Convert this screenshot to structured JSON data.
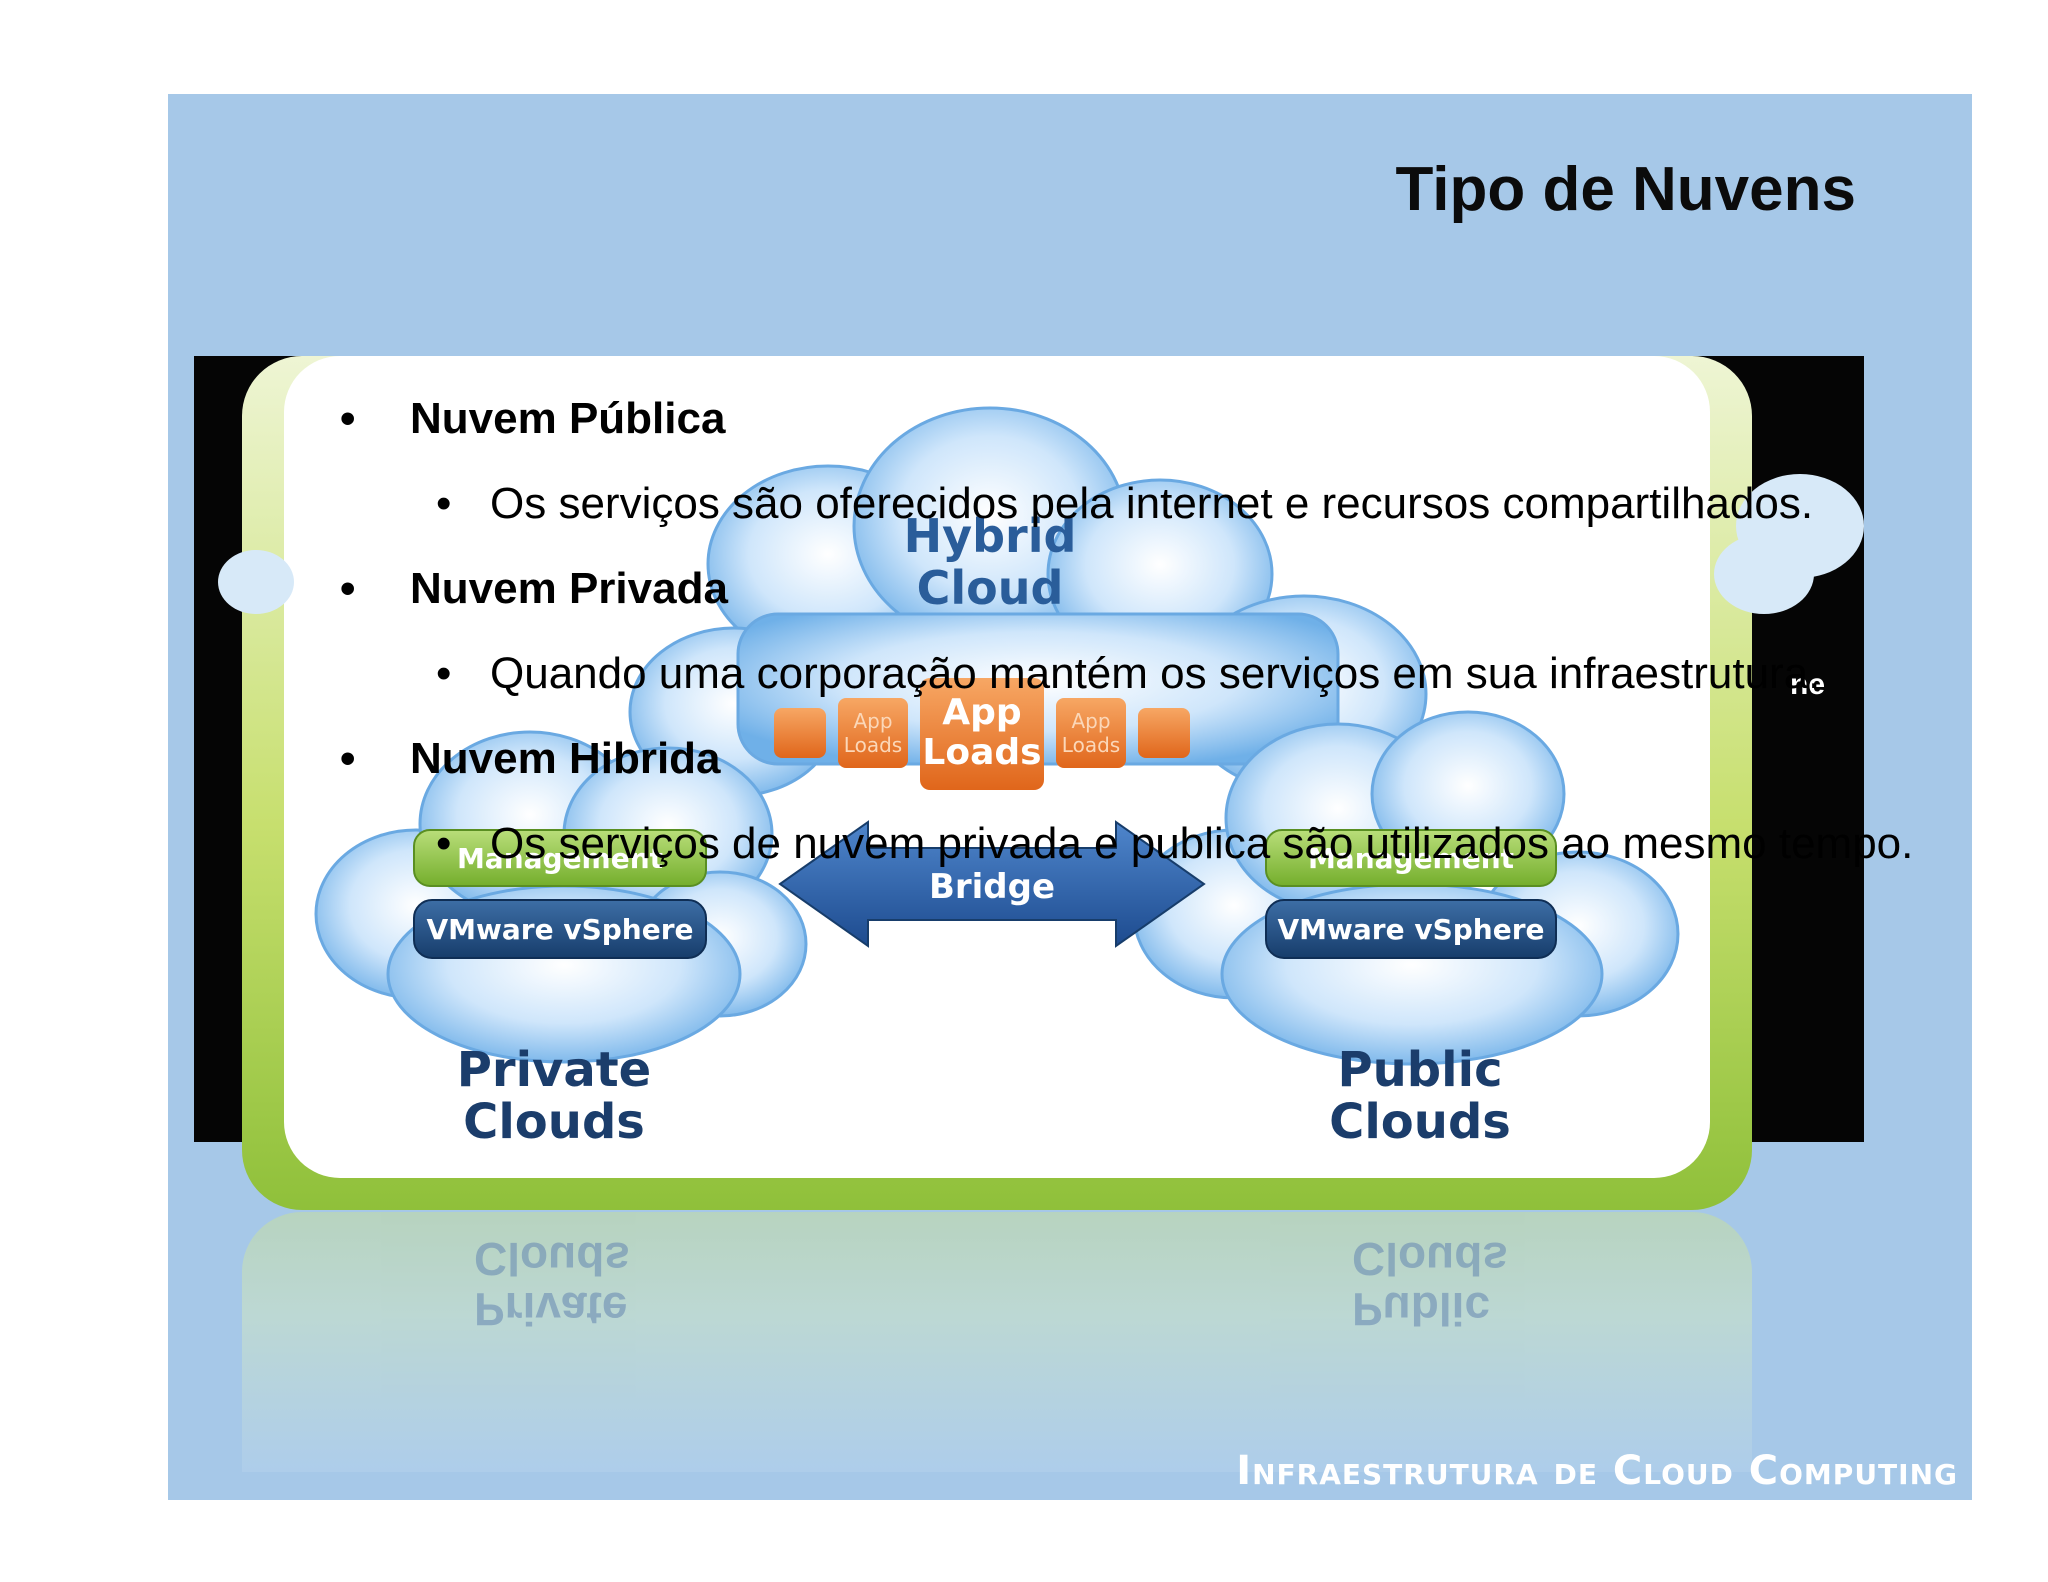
{
  "slide": {
    "title": "Tipo de Nuvens",
    "bullets": [
      {
        "heading": "Nuvem Pública",
        "detail": "Os serviços são oferecidos pela internet e recursos compartilhados."
      },
      {
        "heading": "Nuvem Privada",
        "detail": "Quando uma corporação mantém os serviços em sua infraestrutura."
      },
      {
        "heading": "Nuvem Hibrida",
        "detail": "Os serviços de nuvem privada e publica são utilizados ao mesmo tempo."
      }
    ],
    "bullet_glyph": "•",
    "footer": "Infraestrutura de Cloud Computing"
  },
  "diagram": {
    "hybrid_label_1": "Hybrid",
    "hybrid_label_2": "Cloud",
    "app_loads_big_1": "App",
    "app_loads_big_2": "Loads",
    "app_loads_small_1": "App",
    "app_loads_small_2": "Loads",
    "bridge_label": "Bridge",
    "management_label": "Management",
    "vsphere_label": "VMware vSphere",
    "private_label_1": "Private",
    "private_label_2": "Clouds",
    "public_label_1": "Public",
    "public_label_2": "Clouds",
    "edge_fragment": "ne",
    "colors": {
      "slide_bg": "#a6c8e8",
      "cloud_text": "#1b3d6b",
      "app_loads": "#e8782a",
      "management": "#8cc043",
      "vsphere": "#1f4f86",
      "bridge": "#2b5aa6",
      "green_frame": "#9cc841"
    }
  }
}
